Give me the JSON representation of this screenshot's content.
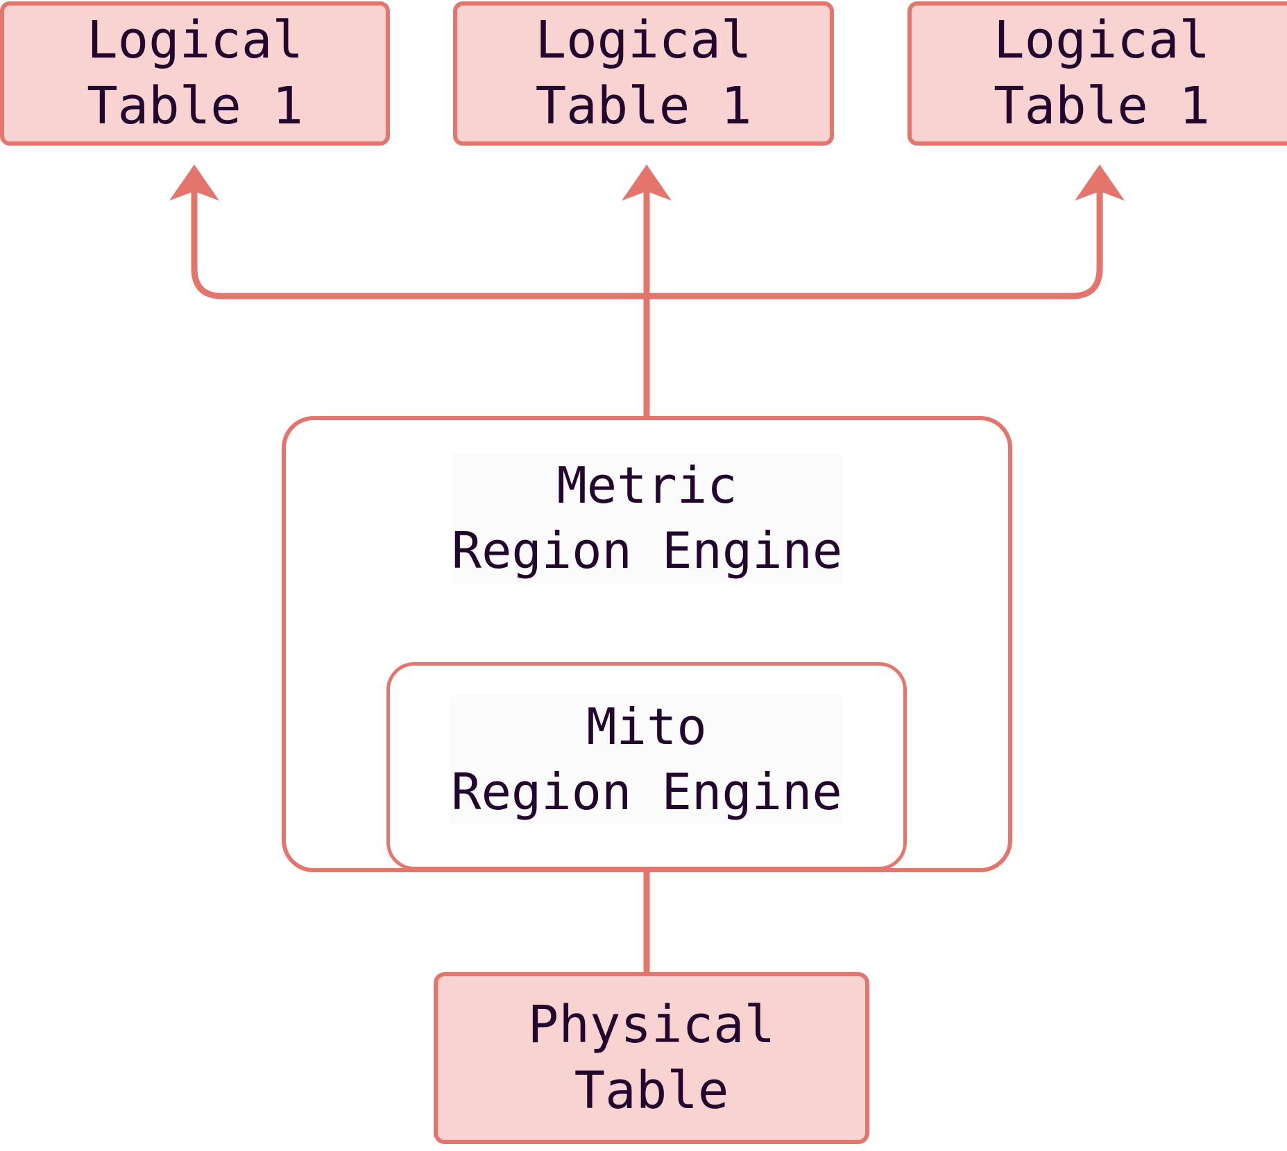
{
  "diagram": {
    "type": "architecture-layer-diagram",
    "background_color": "#ffffff",
    "accent_stroke_color": "#e3756c",
    "node_fill_color": "#f8d3d2",
    "text_color": "#23062e",
    "logical_tables": [
      {
        "id": "logical-table-1a",
        "label": "Logical\nTable 1"
      },
      {
        "id": "logical-table-1b",
        "label": "Logical\nTable 1"
      },
      {
        "id": "logical-table-1c",
        "label": "Logical\nTable 1"
      }
    ],
    "metric_engine": {
      "id": "metric-region-engine",
      "label": "Metric\nRegion Engine"
    },
    "mito_engine": {
      "id": "mito-region-engine",
      "label": "Mito\nRegion Engine"
    },
    "physical_table": {
      "id": "physical-table",
      "label": "Physical\nTable"
    },
    "edges": [
      {
        "from": "metric-region-engine",
        "to": "logical-table-1a",
        "style": "orthogonal-arrow"
      },
      {
        "from": "metric-region-engine",
        "to": "logical-table-1b",
        "style": "straight-arrow"
      },
      {
        "from": "metric-region-engine",
        "to": "logical-table-1c",
        "style": "orthogonal-arrow"
      },
      {
        "from": "physical-table",
        "to": "mito-region-engine",
        "style": "straight-arrow"
      }
    ]
  }
}
